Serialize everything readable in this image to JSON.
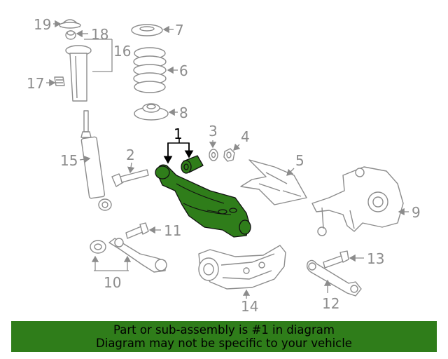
{
  "diagram": {
    "highlight_color": "#2f7d1a",
    "callouts": [
      "1",
      "2",
      "3",
      "4",
      "5",
      "6",
      "7",
      "8",
      "9",
      "10",
      "11",
      "12",
      "13",
      "14",
      "15",
      "16",
      "17",
      "18",
      "19"
    ]
  },
  "footer": {
    "line1": "Part or sub-assembly is #1 in diagram",
    "line2": "Diagram may not be specific to your vehicle"
  }
}
